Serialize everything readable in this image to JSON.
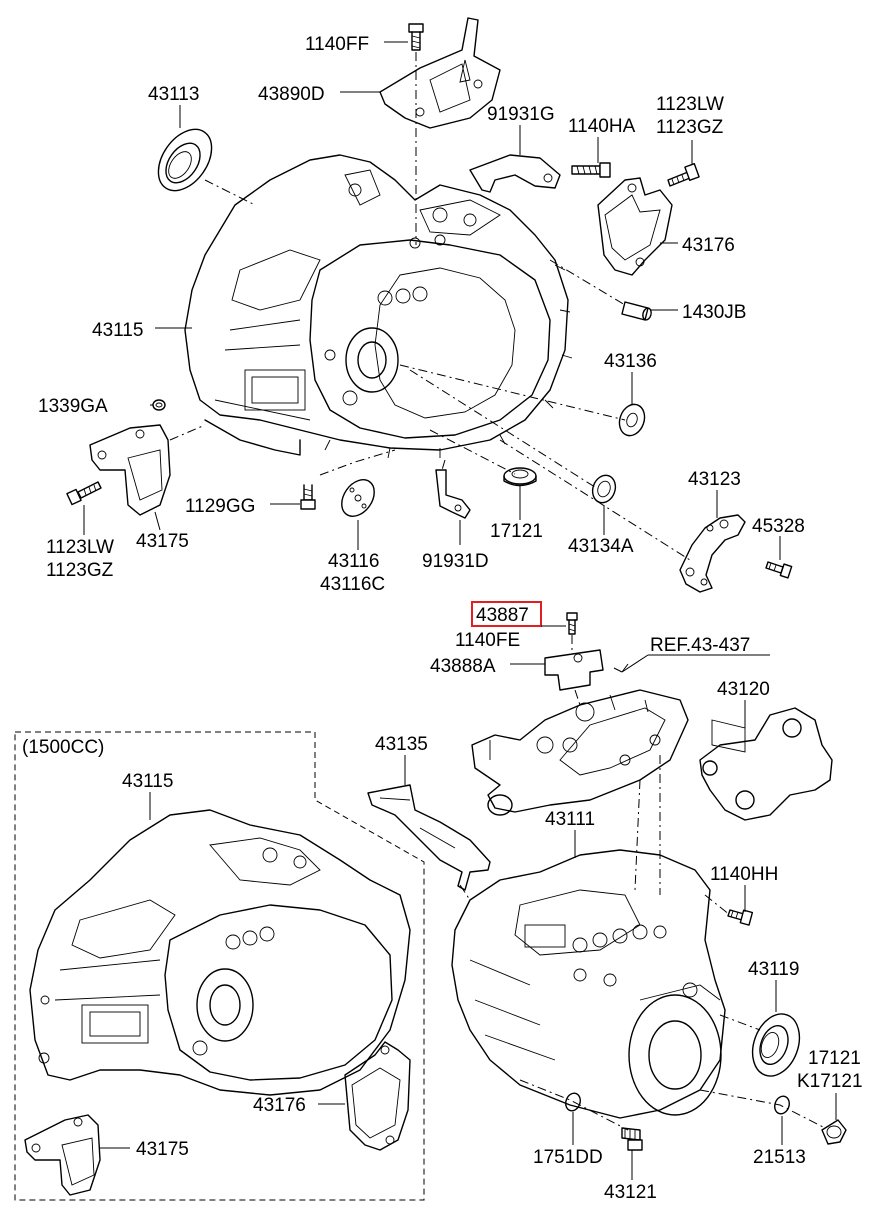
{
  "labels": {
    "p1140FF": "1140FF",
    "p43890D": "43890D",
    "p43113": "43113",
    "p91931G": "91931G",
    "p1140HA": "1140HA",
    "p1123LW_a": "1123LW",
    "p1123GZ_a": "1123GZ",
    "p43176_a": "43176",
    "p1430JB": "1430JB",
    "p43115_a": "43115",
    "p43136": "43136",
    "p1339GA": "1339GA",
    "p43123": "43123",
    "p45328": "45328",
    "p1129GG": "1129GG",
    "p17121_a": "17121",
    "p43134A": "43134A",
    "p1123LW_b": "1123LW",
    "p1123GZ_b": "1123GZ",
    "p43175_a": "43175",
    "p43116": "43116",
    "p43116C": "43116C",
    "p91931D": "91931D",
    "p43887": "43887",
    "p1140FE": "1140FE",
    "pREF": "REF.43-437",
    "p43888A": "43888A",
    "p43120": "43120",
    "p1500cc": "(1500CC)",
    "p43135": "43135",
    "p43115_b": "43115",
    "p43111": "43111",
    "p1140HH": "1140HH",
    "p43119": "43119",
    "p17121_b": "17121",
    "pK17121": "K17121",
    "p43176_b": "43176",
    "p43175_b": "43175",
    "p1751DD": "1751DD",
    "p21513": "21513",
    "p43121": "43121"
  },
  "highlight": {
    "part": "43887",
    "color": "#e02020"
  }
}
